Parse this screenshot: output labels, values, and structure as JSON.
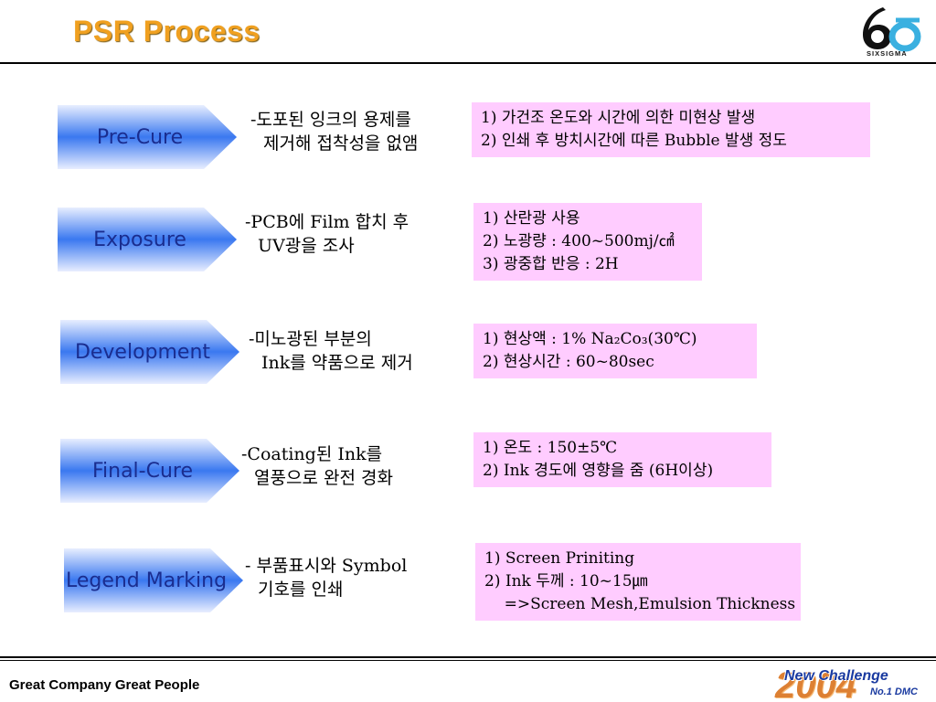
{
  "slide": {
    "title": "PSR Process",
    "logo_text": "SIXSIGMA",
    "footer_left": "Great Company Great People",
    "footer_year": "2004",
    "footer_challenge": "New Challenge",
    "footer_no1": "No.1 DMC"
  },
  "colors": {
    "title": "#f0a020",
    "arrow_light": "#e8eeff",
    "arrow_dark": "#3a78f0",
    "step_text": "#1a2d8f",
    "note_bg": "#ffccff"
  },
  "steps": [
    {
      "name": "Pre-Cure",
      "desc": [
        "-도포된 잉크의 용제를",
        "제거해 접착성을 없앰"
      ],
      "notes": [
        "1) 가건조 온도와 시간에 의한 미현상 발생",
        "2) 인쇄 후 방치시간에 따른 Bubble 발생 정도"
      ]
    },
    {
      "name": "Exposure",
      "desc": [
        "-PCB에 Film 합치 후",
        "UV광을 조사"
      ],
      "notes": [
        "1) 산란광 사용",
        "2) 노광량 : 400~500mj/㎠",
        "3) 광중합 반응 : 2H"
      ]
    },
    {
      "name": "Development",
      "desc": [
        "-미노광된 부분의",
        "Ink를 약품으로 제거"
      ],
      "notes": [
        "1) 현상액 : 1% Na₂Co₃(30℃)",
        "2) 현상시간 : 60~80sec"
      ]
    },
    {
      "name": "Final-Cure",
      "desc": [
        "-Coating된 Ink를",
        "열풍으로 완전 경화"
      ],
      "notes": [
        "1) 온도 : 150±5℃",
        "2) Ink 경도에 영향을 줌 (6H이상)"
      ]
    },
    {
      "name": "Legend Marking",
      "desc": [
        "- 부품표시와 Symbol",
        "기호를 인쇄"
      ],
      "notes": [
        "1) Screen Priniting",
        "2) Ink 두께 : 10~15㎛",
        "    =>Screen Mesh,Emulsion Thickness"
      ]
    }
  ]
}
